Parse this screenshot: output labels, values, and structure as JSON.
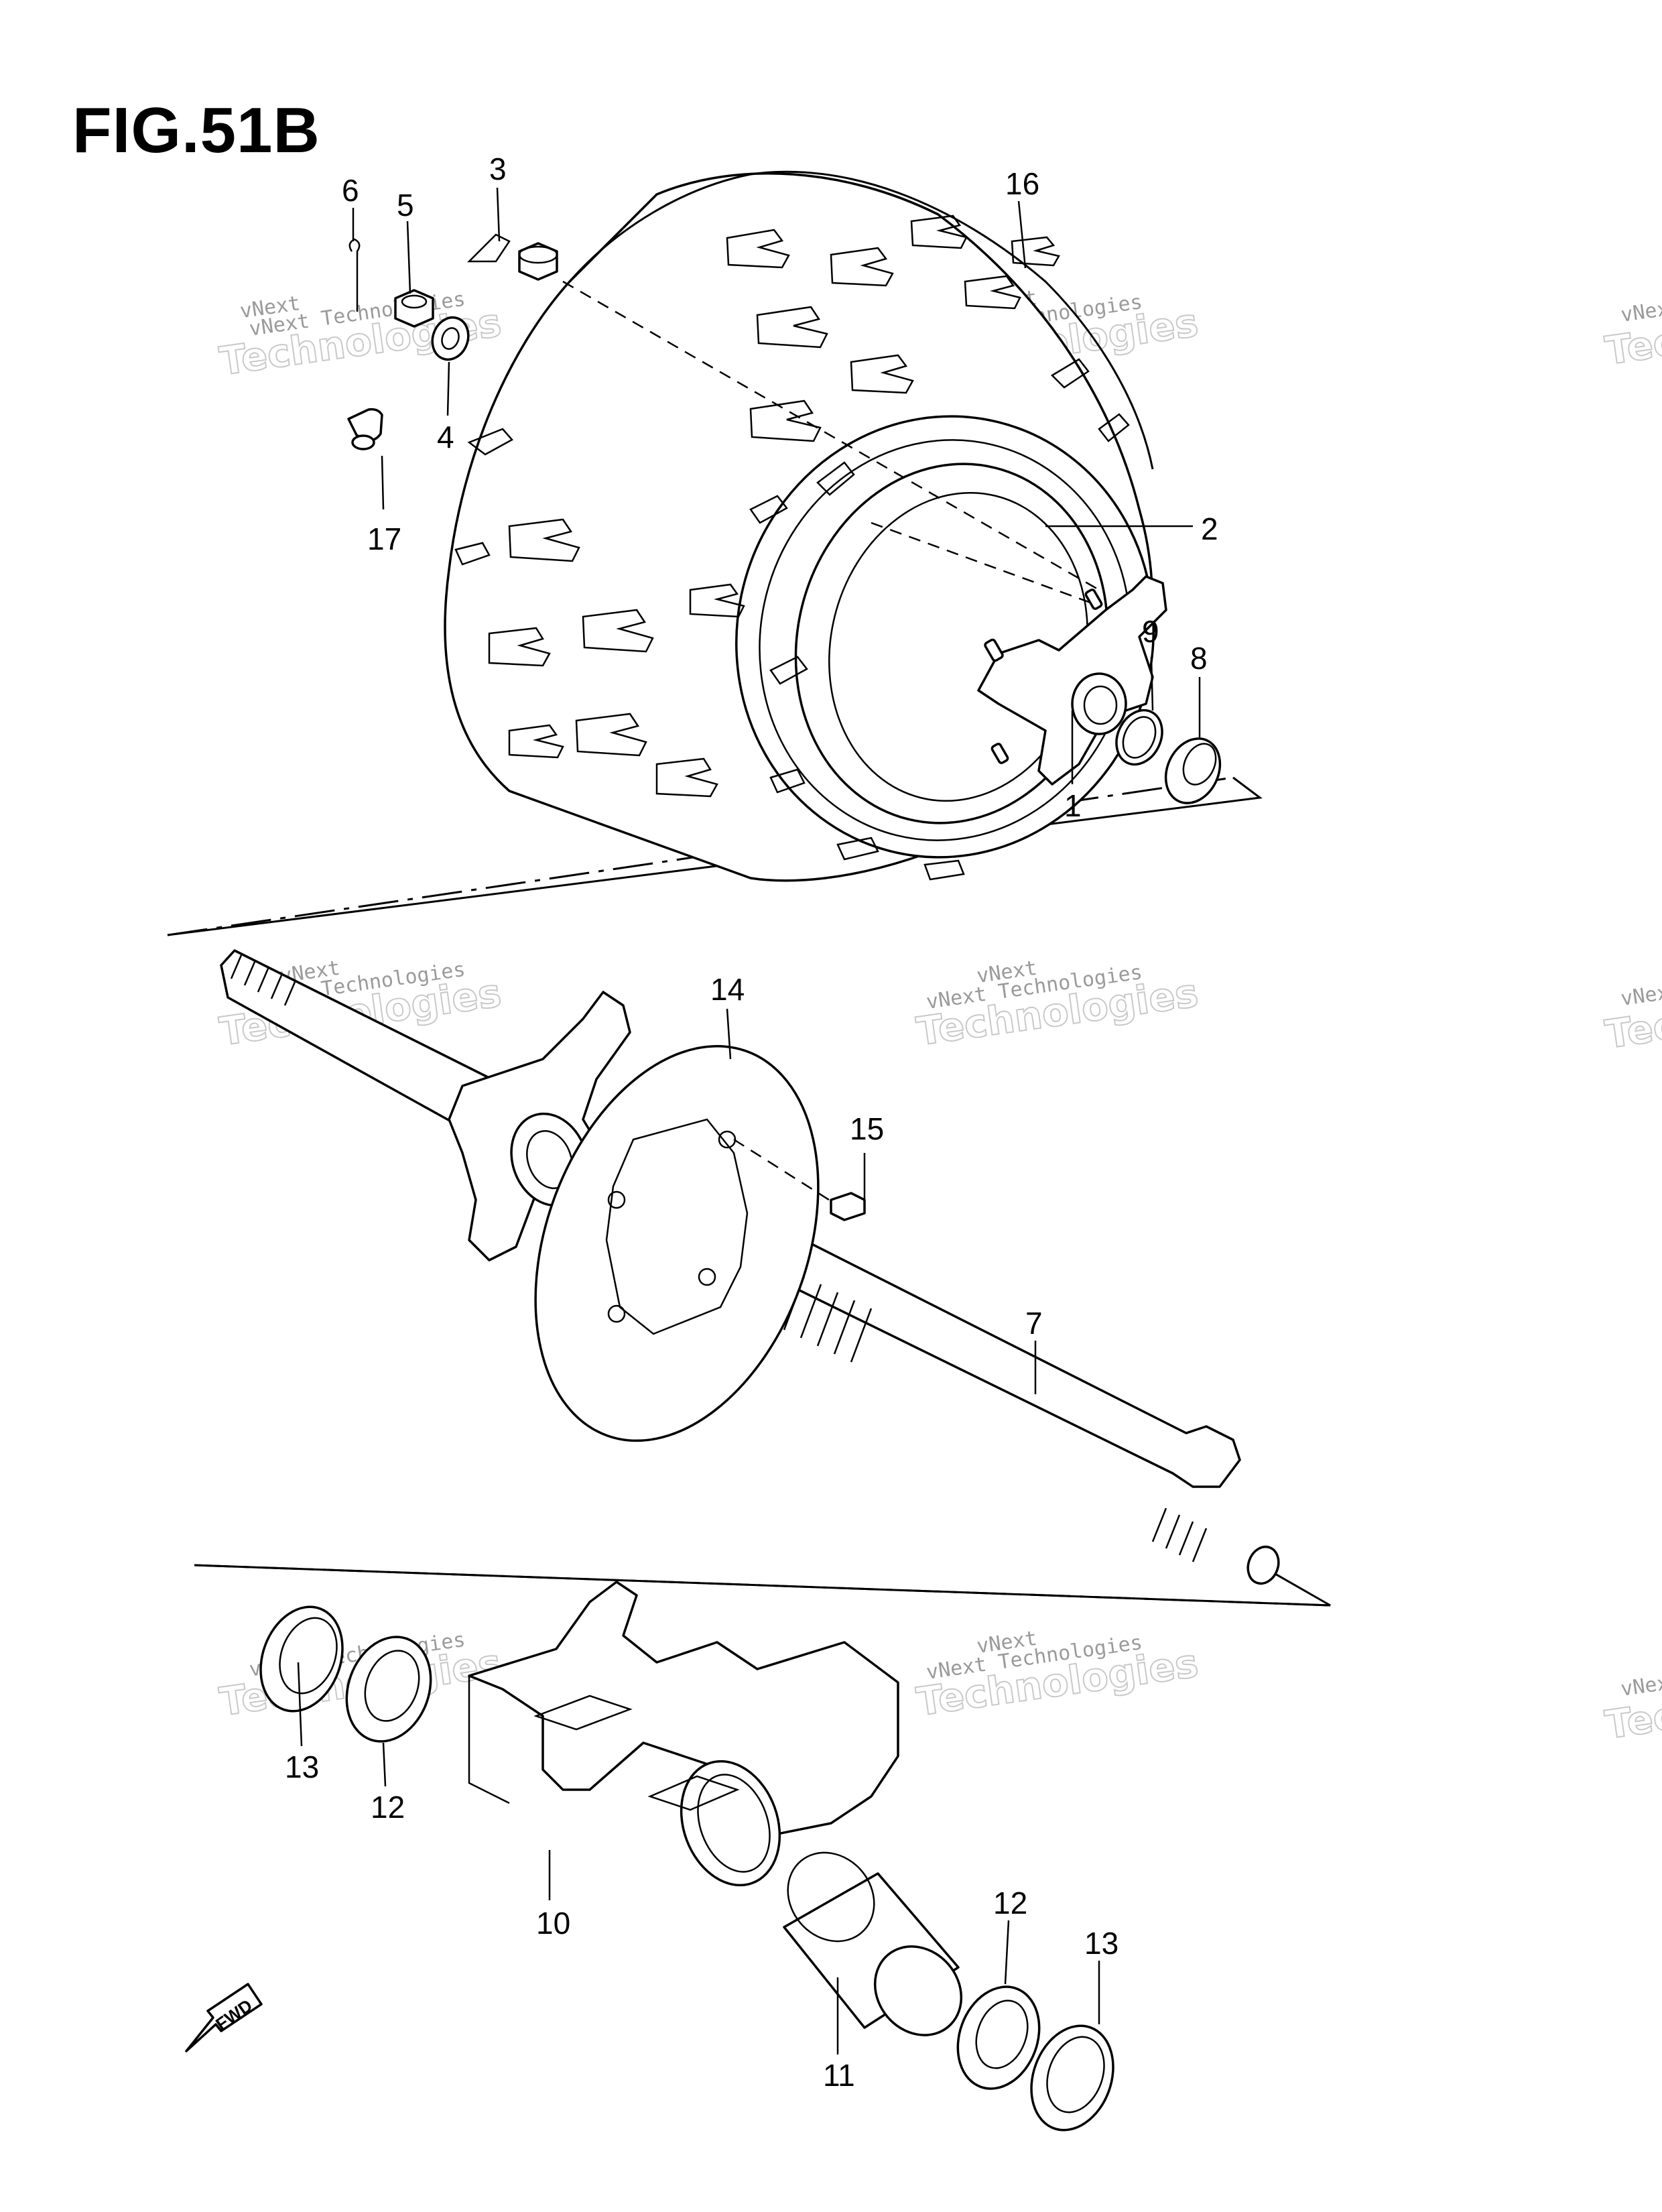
{
  "figure": {
    "title": "FIG.51B"
  },
  "watermark": {
    "line1": "vNext Technologies",
    "line2": "vNext",
    "line3": "Technologies"
  },
  "fwd_badge": {
    "label": "FWD"
  },
  "callouts": {
    "c1": "1",
    "c2": "2",
    "c3": "3",
    "c4": "4",
    "c5": "5",
    "c6": "6",
    "c7": "7",
    "c8": "8",
    "c9": "9",
    "c10": "10",
    "c11": "11",
    "c12a": "12",
    "c12b": "12",
    "c13a": "13",
    "c13b": "13",
    "c14": "14",
    "c15": "15",
    "c16": "16",
    "c17": "17"
  }
}
